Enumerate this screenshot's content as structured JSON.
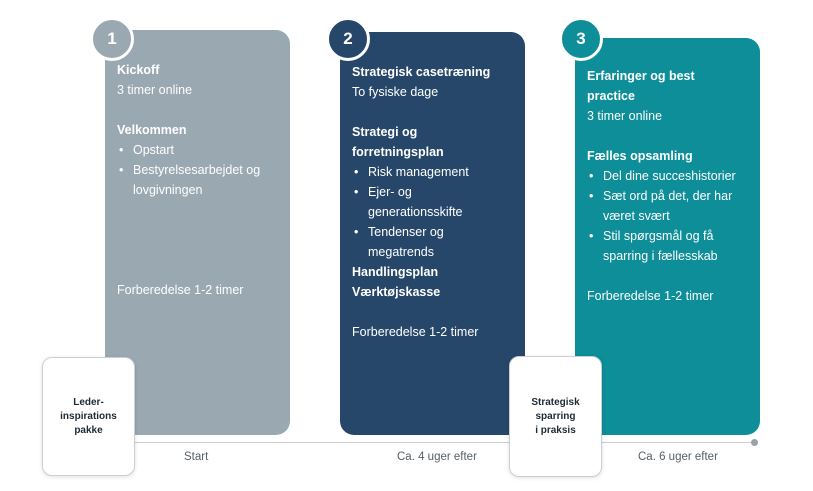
{
  "steps": [
    {
      "number": "1",
      "title": "Kickoff",
      "subtitle": "3 timer online",
      "section": "Velkommen",
      "bullets": [
        "Opstart",
        "Bestyrelsesarbejdet og lovgivningen"
      ],
      "footer": "Forberedelse 1-2 timer"
    },
    {
      "number": "2",
      "title": "Strategisk casetræning",
      "subtitle": "To fysiske dage",
      "section": "Strategi og forretningsplan",
      "bullets": [
        "Risk management",
        "Ejer- og generationsskifte",
        "Tendenser og megatrends"
      ],
      "extra": [
        "Handlingsplan",
        "Værktøjskasse"
      ],
      "footer": "Forberedelse 1-2 timer"
    },
    {
      "number": "3",
      "title": "Erfaringer og best practice",
      "subtitle": "3 timer online",
      "section": "Fælles opsamling",
      "bullets": [
        "Del dine succeshistorier",
        "Sæt ord på det, der har været svært",
        "Stil spørgsmål og få sparring i fællesskab"
      ],
      "footer": "Forberedelse 1-2 timer"
    }
  ],
  "timeline": [
    "Start",
    "Ca. 4 uger efter",
    "Ca. 6 uger efter"
  ],
  "cards": [
    [
      "Leder-",
      "inspirations",
      "pakke"
    ],
    [
      "Strategisk",
      "sparring",
      "i praksis"
    ]
  ],
  "colors": {
    "step1": "#9aa8b2",
    "step2": "#27476a",
    "step3": "#0d8e98"
  }
}
